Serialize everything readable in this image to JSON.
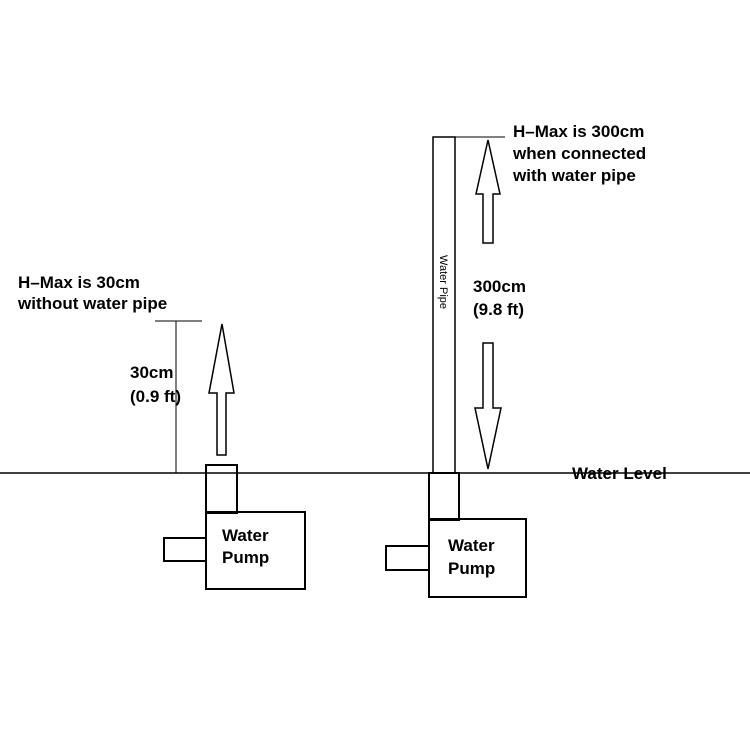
{
  "left": {
    "hmax_line1": "H–Max is 30cm",
    "hmax_line2": "without water pipe",
    "height_value": "30cm",
    "height_ft": "(0.9 ft)",
    "pump_line1": "Water",
    "pump_line2": "Pump"
  },
  "right": {
    "hmax_line1": "H–Max is 300cm",
    "hmax_line2": "when connected",
    "hmax_line3": "with water pipe",
    "height_value": "300cm",
    "height_ft": "(9.8 ft)",
    "pipe_label": "Water Pipe",
    "pump_line1": "Water",
    "pump_line2": "Pump"
  },
  "water_level_label": "Water Level"
}
